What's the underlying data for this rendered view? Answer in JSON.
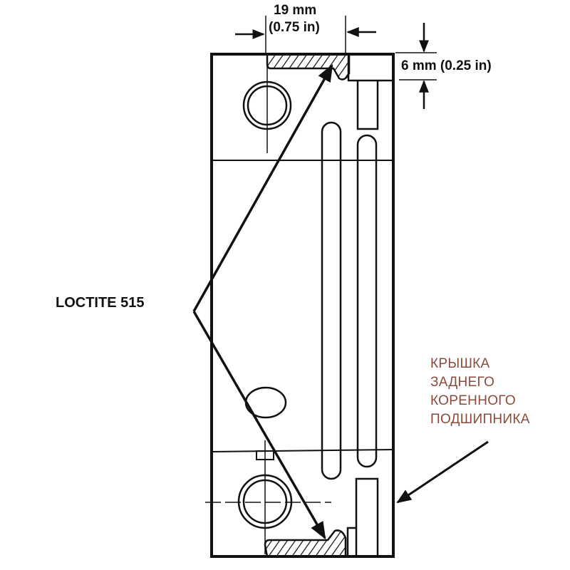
{
  "dimensions": {
    "width_mm": "19 mm",
    "width_in": "(0.75 in)",
    "depth": "6 mm (0.25 in)"
  },
  "labels": {
    "sealant": "LOCTITE 515",
    "part_lines": [
      "КРЫШКА",
      "ЗАДНЕГО",
      "КОРЕННОГО",
      "ПОДШИПНИКА"
    ]
  },
  "colors": {
    "line": "#111111",
    "part_label": "#8b4a3c"
  }
}
